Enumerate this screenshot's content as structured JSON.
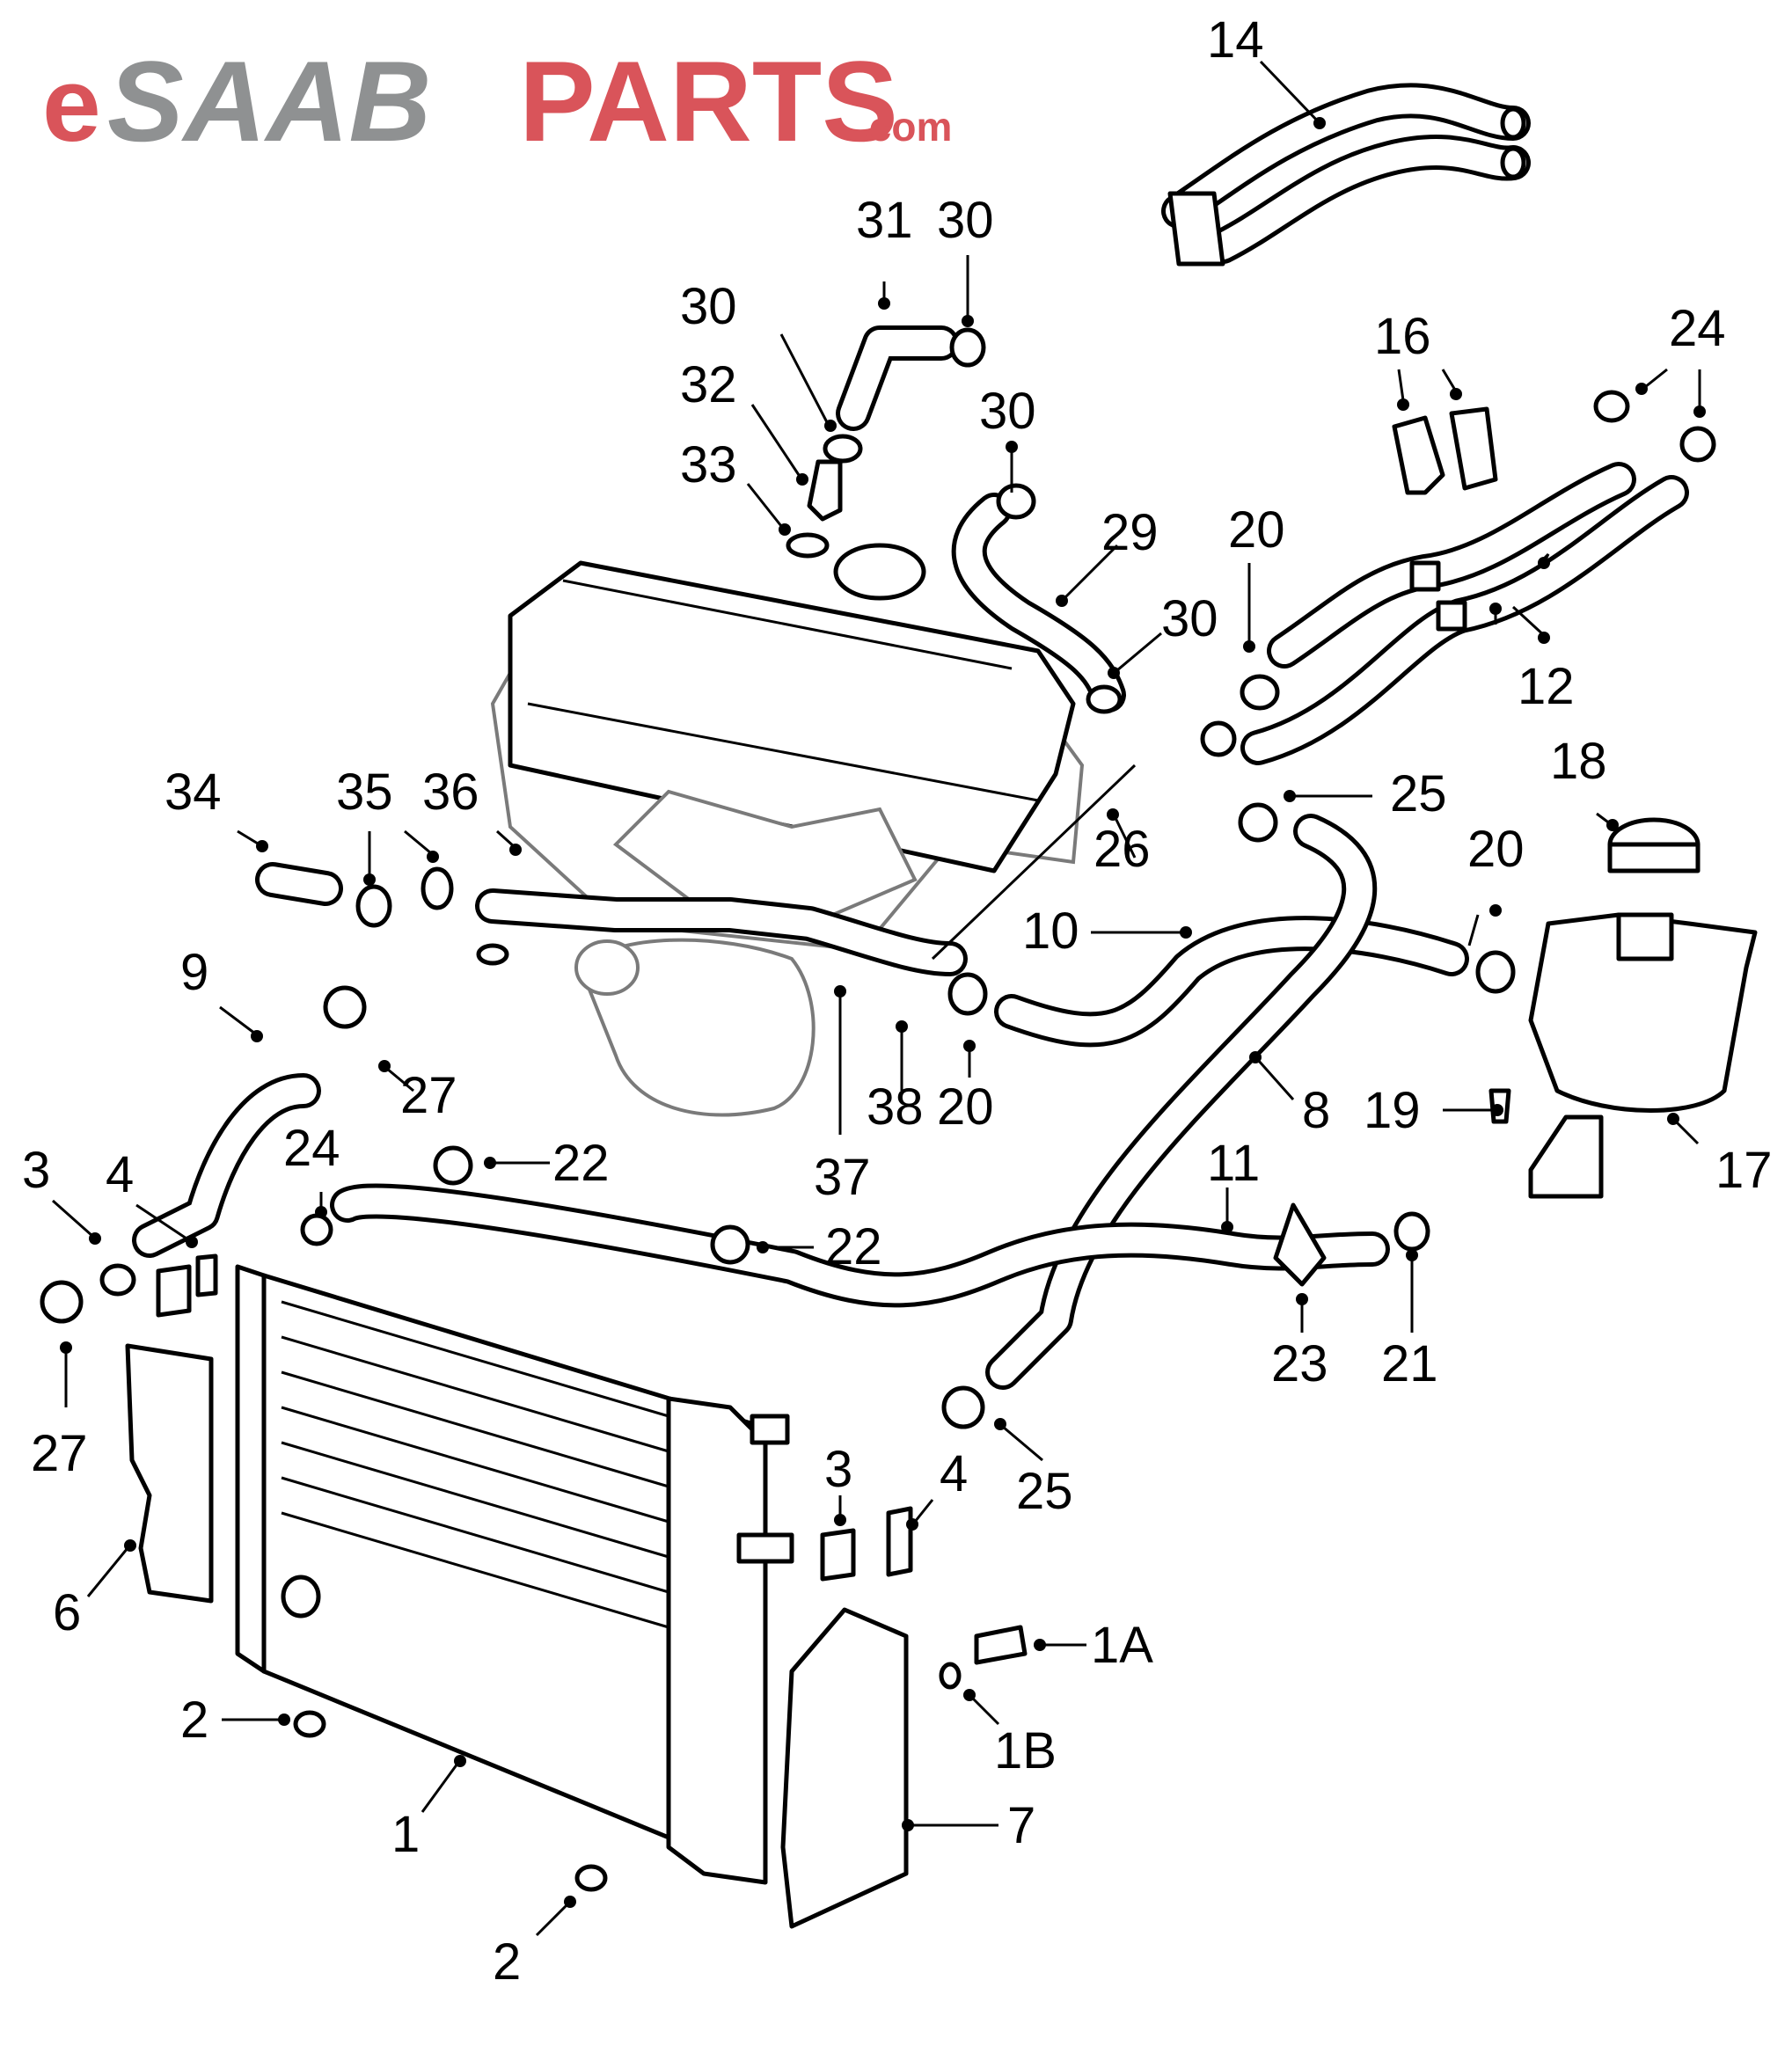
{
  "logo": {
    "e": "e",
    "saab": "SAAB",
    "parts": "PARTS",
    "com": ".com",
    "colors": {
      "e": "#d9545a",
      "saab": "#8f9192",
      "parts": "#d9545a",
      "com": "#d9545a"
    }
  },
  "callouts": [
    {
      "id": "14",
      "text": "14"
    },
    {
      "id": "31",
      "text": "31"
    },
    {
      "id": "30a",
      "text": "30"
    },
    {
      "id": "30b",
      "text": "30"
    },
    {
      "id": "16",
      "text": "16"
    },
    {
      "id": "24a",
      "text": "24"
    },
    {
      "id": "32",
      "text": "32"
    },
    {
      "id": "30c",
      "text": "30"
    },
    {
      "id": "33",
      "text": "33"
    },
    {
      "id": "29",
      "text": "29"
    },
    {
      "id": "20a",
      "text": "20"
    },
    {
      "id": "30d",
      "text": "30"
    },
    {
      "id": "12",
      "text": "12"
    },
    {
      "id": "18",
      "text": "18"
    },
    {
      "id": "34",
      "text": "34"
    },
    {
      "id": "35",
      "text": "35"
    },
    {
      "id": "36",
      "text": "36"
    },
    {
      "id": "25a",
      "text": "25"
    },
    {
      "id": "26",
      "text": "26"
    },
    {
      "id": "20b",
      "text": "20"
    },
    {
      "id": "9",
      "text": "9"
    },
    {
      "id": "10",
      "text": "10"
    },
    {
      "id": "27a",
      "text": "27"
    },
    {
      "id": "38",
      "text": "38"
    },
    {
      "id": "20c",
      "text": "20"
    },
    {
      "id": "8",
      "text": "8"
    },
    {
      "id": "19",
      "text": "19"
    },
    {
      "id": "17",
      "text": "17"
    },
    {
      "id": "3a",
      "text": "3"
    },
    {
      "id": "4a",
      "text": "4"
    },
    {
      "id": "24b",
      "text": "24"
    },
    {
      "id": "22a",
      "text": "22"
    },
    {
      "id": "37",
      "text": "37"
    },
    {
      "id": "11",
      "text": "11"
    },
    {
      "id": "22b",
      "text": "22"
    },
    {
      "id": "23",
      "text": "23"
    },
    {
      "id": "21",
      "text": "21"
    },
    {
      "id": "27b",
      "text": "27"
    },
    {
      "id": "3b",
      "text": "3"
    },
    {
      "id": "4b",
      "text": "4"
    },
    {
      "id": "25b",
      "text": "25"
    },
    {
      "id": "6",
      "text": "6"
    },
    {
      "id": "1A",
      "text": "1A"
    },
    {
      "id": "2a",
      "text": "2"
    },
    {
      "id": "1B",
      "text": "1B"
    },
    {
      "id": "1",
      "text": "1"
    },
    {
      "id": "7",
      "text": "7"
    },
    {
      "id": "2b",
      "text": "2"
    }
  ]
}
